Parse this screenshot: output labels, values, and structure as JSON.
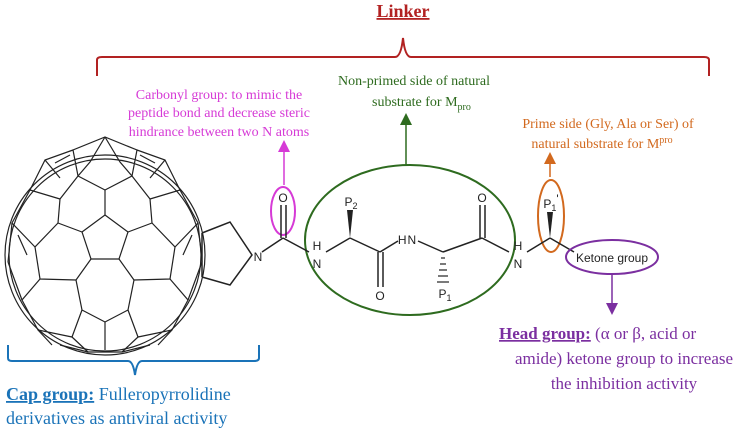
{
  "linker": {
    "label": "Linker",
    "color": "#b22222"
  },
  "carbonyl": {
    "lines": [
      "Carbonyl group: to mimic the",
      "peptide bond and decrease steric",
      "hindrance between two N atoms"
    ],
    "color": "#d63ad6"
  },
  "nonprimed": {
    "line1": "Non-primed side of natural",
    "line2": "substrate for M",
    "sub": "pro",
    "color": "#2e6b1f"
  },
  "primed": {
    "line1": "Prime side (Gly, Ala or Ser) of",
    "line2": "natural substrate for M",
    "sup": "pro",
    "color": "#d2691e"
  },
  "molecule": {
    "atom_O": "O",
    "atom_N": "N",
    "atom_NH": "H",
    "p2": "P",
    "p2_sub": "2",
    "p1": "P",
    "p1_sub": "1",
    "p1p": "P",
    "p1p_sub": "1",
    "p1p_prime": "'",
    "ketone": "Ketone group"
  },
  "cap": {
    "title": "Cap group:",
    "line1": " Fulleropyrrolidine",
    "line2": "derivatives as antiviral activity",
    "color": "#1a73b8"
  },
  "head": {
    "title": "Head group:",
    "line1_rest": " (α or β, acid or",
    "line2": "amide) ketone group to increase",
    "line3": "the inhibition activity",
    "color": "#7b2fa0"
  }
}
